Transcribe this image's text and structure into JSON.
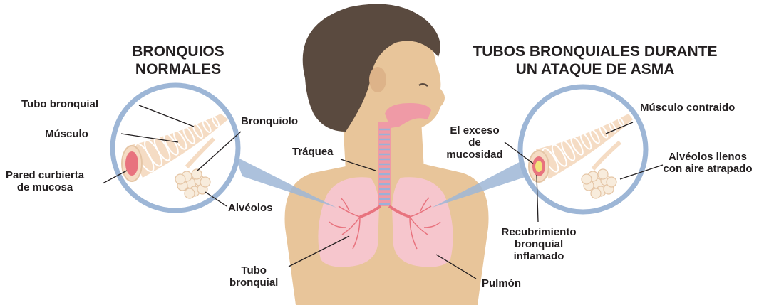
{
  "colors": {
    "skin": "#e8c59a",
    "hair": "#5a4a3f",
    "lung": "#f6c6cd",
    "airway_pink": "#ef9aa6",
    "trachea_stripe": "#9bb0d8",
    "magnifier": "#9db6d6",
    "tube": "#f5dcc4",
    "inflamed": "#e8737e",
    "mucus": "#f2e37a",
    "line": "#231f20"
  },
  "headings": {
    "normal": [
      "BRONQUIOS",
      "NORMALES"
    ],
    "asthma": [
      "TUBOS BRONQUIALES DURANTE",
      "UN ATAQUE DE ASMA"
    ]
  },
  "labels": {
    "tubo_bronquial_left": "Tubo bronquial",
    "musculo": "Músculo",
    "pared": [
      "Pared curbierta",
      "de mucosa"
    ],
    "bronquiolo": "Bronquiolo",
    "alveolos": "Alvéolos",
    "traquea": "Tráquea",
    "tubo_bronquial_center": [
      "Tubo",
      "bronquial"
    ],
    "pulmon": "Pulmón",
    "exceso": [
      "El exceso",
      "de",
      "mucosidad"
    ],
    "recubrimiento": [
      "Recubrimiento",
      "bronquial",
      "inflamado"
    ],
    "musculo_contraido": "Músculo contraido",
    "alveolos_llenos": [
      "Alvéolos llenos",
      "con aire atrapado"
    ]
  }
}
